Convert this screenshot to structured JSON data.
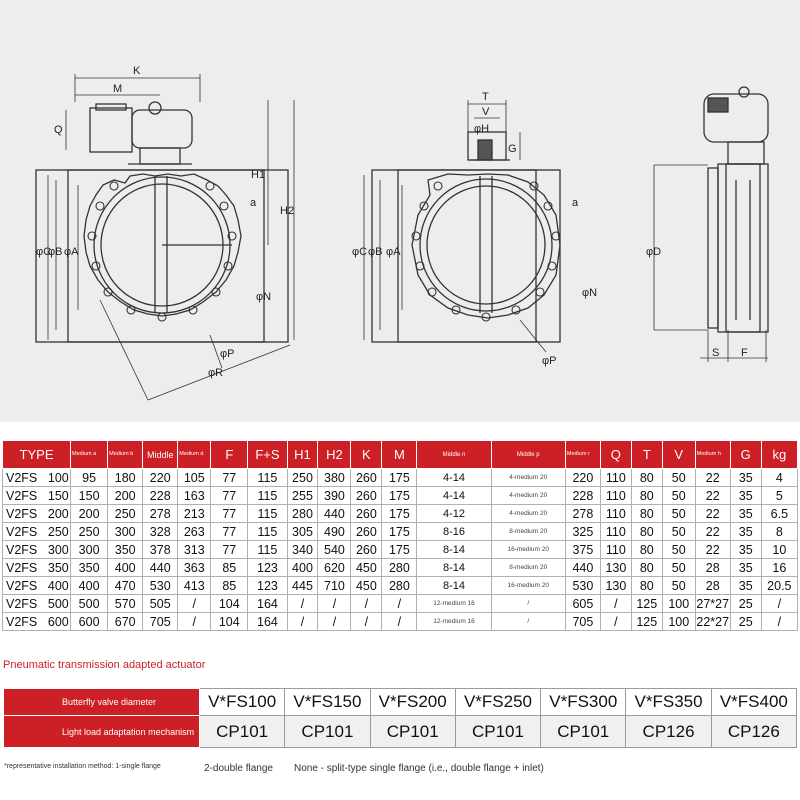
{
  "drawing": {
    "front_labels": {
      "K": "K",
      "M": "M",
      "Q": "Q",
      "H1": "H1",
      "H2": "H2",
      "phiC": "φC",
      "phiB": "φB",
      "phiA": "φA",
      "a": "a",
      "phiN": "φN",
      "phiP": "φP",
      "phiR": "φR"
    },
    "middle_labels": {
      "T": "T",
      "V": "V",
      "phiH": "φH",
      "G": "G",
      "phiC": "φC",
      "phiB": "φB",
      "phiA": "φA",
      "a": "a",
      "phiN": "φN",
      "phiP": "φP"
    },
    "side_labels": {
      "phiD": "φD",
      "S": "S",
      "F": "F"
    }
  },
  "spec_table": {
    "headers": [
      "TYPE",
      "Medium a",
      "Medium b",
      "Middle",
      "Medium d",
      "F",
      "F+S",
      "H1",
      "H2",
      "K",
      "M",
      "Middle n",
      "Middle p",
      "Medium r",
      "Q",
      "T",
      "V",
      "Medium h",
      "G",
      "kg"
    ],
    "rows": [
      [
        "V2FS",
        "100",
        "95",
        "180",
        "220",
        "105",
        "77",
        "115",
        "250",
        "380",
        "260",
        "175",
        "4-14",
        "4-medium 20",
        "220",
        "110",
        "80",
        "50",
        "22",
        "35",
        "4"
      ],
      [
        "V2FS",
        "150",
        "150",
        "200",
        "228",
        "163",
        "77",
        "115",
        "255",
        "390",
        "260",
        "175",
        "4-14",
        "4-medium 20",
        "228",
        "110",
        "80",
        "50",
        "22",
        "35",
        "5"
      ],
      [
        "V2FS",
        "200",
        "200",
        "250",
        "278",
        "213",
        "77",
        "115",
        "280",
        "440",
        "260",
        "175",
        "4-12",
        "4-medium 20",
        "278",
        "110",
        "80",
        "50",
        "22",
        "35",
        "6.5"
      ],
      [
        "V2FS",
        "250",
        "250",
        "300",
        "328",
        "263",
        "77",
        "115",
        "305",
        "490",
        "260",
        "175",
        "8-16",
        "8-medium 20",
        "325",
        "110",
        "80",
        "50",
        "22",
        "35",
        "8"
      ],
      [
        "V2FS",
        "300",
        "300",
        "350",
        "378",
        "313",
        "77",
        "115",
        "340",
        "540",
        "260",
        "175",
        "8-14",
        "16-medium 20",
        "375",
        "110",
        "80",
        "50",
        "22",
        "35",
        "10"
      ],
      [
        "V2FS",
        "350",
        "350",
        "400",
        "440",
        "363",
        "85",
        "123",
        "400",
        "620",
        "450",
        "280",
        "8-14",
        "8-medium 20",
        "440",
        "130",
        "80",
        "50",
        "28",
        "35",
        "16"
      ],
      [
        "V2FS",
        "400",
        "400",
        "470",
        "530",
        "413",
        "85",
        "123",
        "445",
        "710",
        "450",
        "280",
        "8-14",
        "16-medium 20",
        "530",
        "130",
        "80",
        "50",
        "28",
        "35",
        "20.5"
      ],
      [
        "V2FS",
        "500",
        "500",
        "570",
        "505",
        "/",
        "104",
        "164",
        "/",
        "/",
        "/",
        "/",
        "12-medium 16",
        "/",
        "605",
        "/",
        "125",
        "100",
        "27*27",
        "25",
        "/"
      ],
      [
        "V2FS",
        "600",
        "600",
        "670",
        "705",
        "/",
        "104",
        "164",
        "/",
        "/",
        "/",
        "/",
        "12-medium 16",
        "/",
        "705",
        "/",
        "125",
        "100",
        "22*27",
        "25",
        "/"
      ]
    ]
  },
  "note": "Pneumatic transmission adapted actuator",
  "actuator_table": {
    "row1_header": "Butterfly valve diameter",
    "row2_header": "Light load adaptation mechanism",
    "valves": [
      "V*FS100",
      "V*FS150",
      "V*FS200",
      "V*FS250",
      "V*FS300",
      "V*FS350",
      "V*FS400"
    ],
    "mechanisms": [
      "CP101",
      "CP101",
      "CP101",
      "CP101",
      "CP101",
      "CP126",
      "CP126"
    ]
  },
  "footnote": {
    "part1": "*representative installation method: 1-single flange",
    "part2": "2-double flange",
    "part3": "None - split-type single flange (i.e., double flange + inlet)"
  }
}
